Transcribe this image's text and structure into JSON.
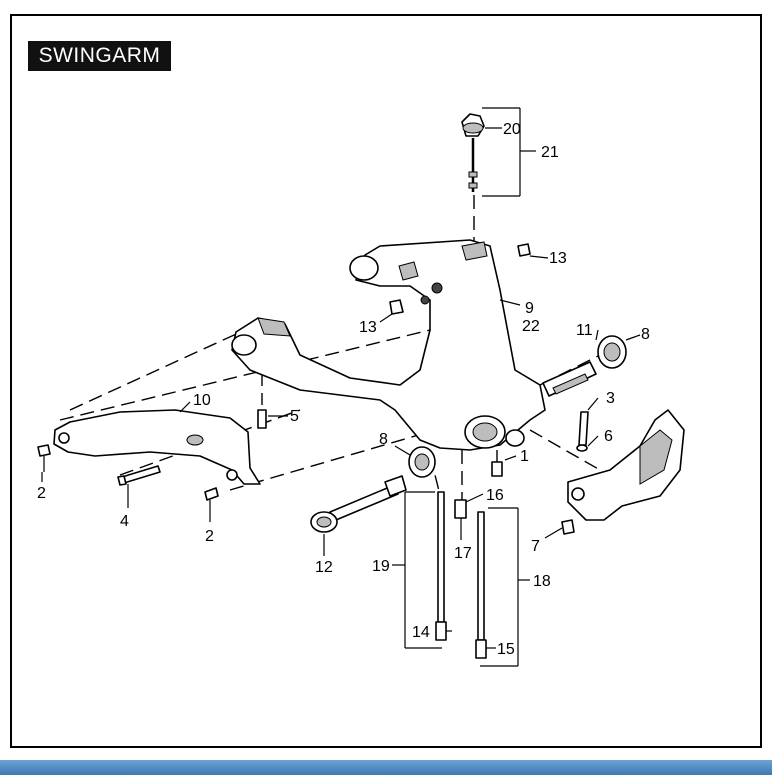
{
  "title": "SWINGARM",
  "labels": {
    "l1": "1",
    "l2a": "2",
    "l2b": "2",
    "l3": "3",
    "l4": "4",
    "l5": "5",
    "l6": "6",
    "l7": "7",
    "l8a": "8",
    "l8b": "8",
    "l9": "9",
    "l10": "10",
    "l11": "11",
    "l12": "12",
    "l13a": "13",
    "l13b": "13",
    "l14": "14",
    "l15": "15",
    "l16": "16",
    "l17": "17",
    "l18": "18",
    "l19": "19",
    "l20": "20",
    "l21": "21",
    "l22": "22"
  },
  "colors": {
    "frame": "#000000",
    "title_bg": "#111111",
    "title_text": "#ffffff",
    "bottom_strip": "#4f88c2"
  }
}
